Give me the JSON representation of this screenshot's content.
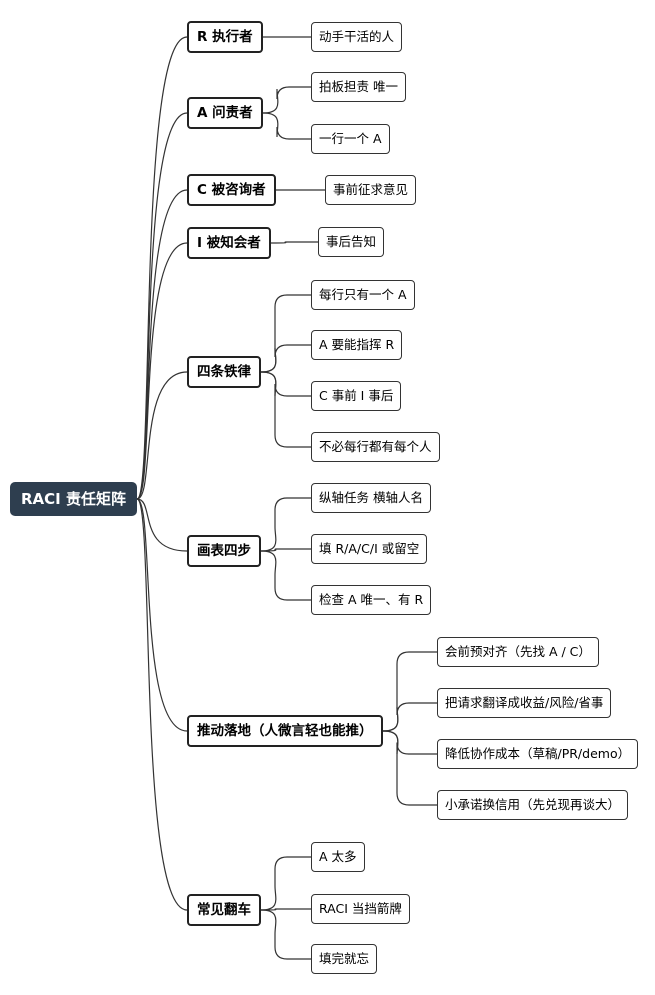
{
  "root": "RACI 责任矩阵",
  "branches": [
    {
      "label": "R 执行者",
      "children": [
        "动手干活的人"
      ]
    },
    {
      "label": "A 问责者",
      "children": [
        "拍板担责 唯一",
        "一行一个 A"
      ]
    },
    {
      "label": "C 被咨询者",
      "children": [
        "事前征求意见"
      ]
    },
    {
      "label": "I 被知会者",
      "children": [
        "事后告知"
      ]
    },
    {
      "label": "四条铁律",
      "children": [
        "每行只有一个 A",
        "A 要能指挥 R",
        "C 事前 I 事后",
        "不必每行都有每个人"
      ]
    },
    {
      "label": "画表四步",
      "children": [
        "纵轴任务 横轴人名",
        "填 R/A/C/I 或留空",
        "检查 A 唯一、有 R"
      ]
    },
    {
      "label": "推动落地（人微言轻也能推）",
      "children": [
        "会前预对齐（先找 A / C）",
        "把请求翻译成收益/风险/省事",
        "降低协作成本（草稿/PR/demo）",
        "小承诺换信用（先兑现再谈大）"
      ]
    },
    {
      "label": "常见翻车",
      "children": [
        "A 太多",
        "RACI 当挡箭牌",
        "填完就忘"
      ]
    }
  ],
  "colors": {
    "root_bg": "#2e3e4f",
    "line": "#333333"
  }
}
